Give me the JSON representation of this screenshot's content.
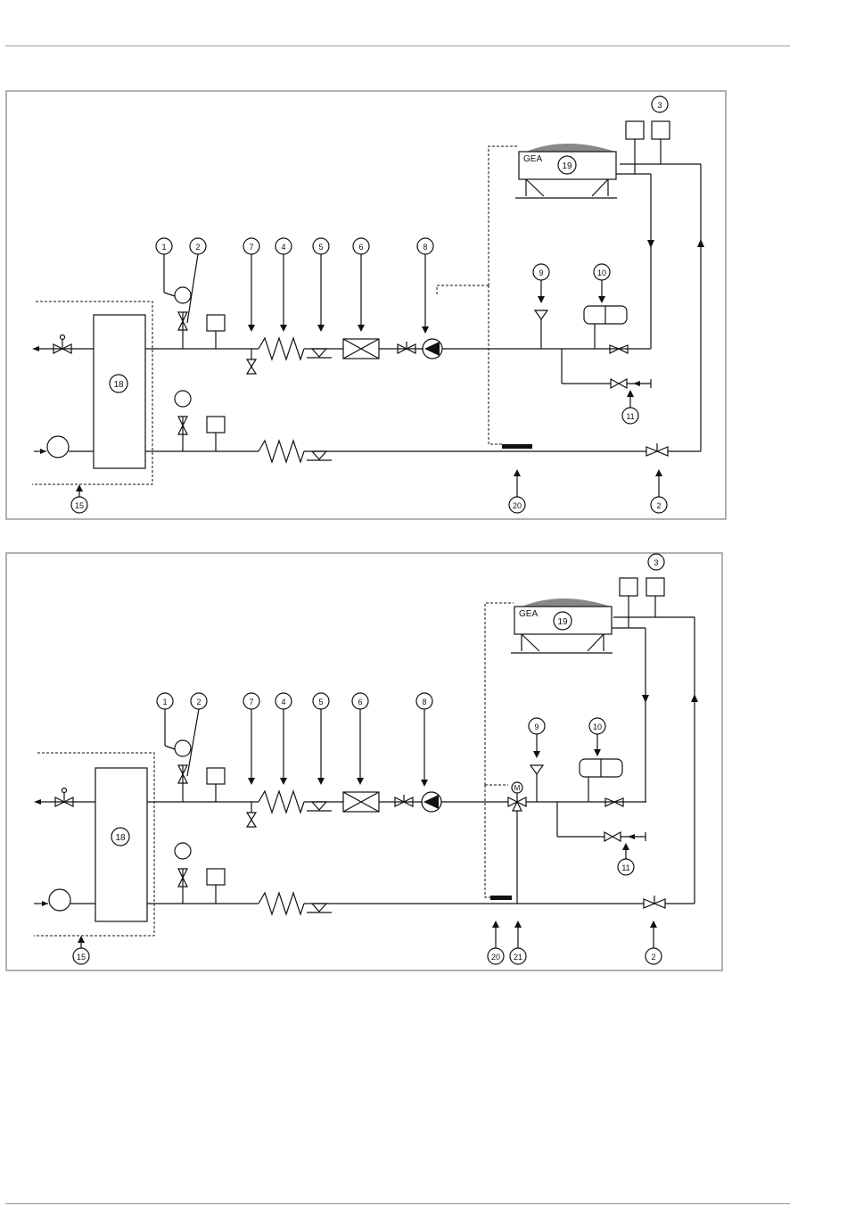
{
  "diagrams": [
    {
      "unit_brand": "GEA",
      "callouts": [
        "1",
        "2",
        "7",
        "4",
        "5",
        "6",
        "8",
        "9",
        "10",
        "11",
        "3",
        "18",
        "19",
        "15",
        "20",
        "2"
      ]
    },
    {
      "unit_brand": "GEA",
      "valve_motor_label": "M",
      "callouts": [
        "1",
        "2",
        "7",
        "4",
        "5",
        "6",
        "8",
        "9",
        "10",
        "11",
        "3",
        "18",
        "19",
        "15",
        "20",
        "21",
        "2"
      ]
    }
  ],
  "colors": {
    "line": "#111111",
    "frame": "#999999",
    "unit_fill": "#888888"
  }
}
